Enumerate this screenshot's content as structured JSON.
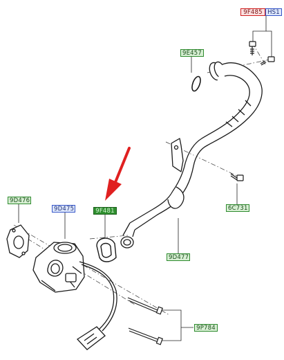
{
  "part_labels": {
    "l9F485": "9F485",
    "lHS1": "HS1",
    "l9E457": "9E457",
    "l6C731": "6C731",
    "l9D476": "9D476",
    "l9D475": "9D475",
    "l9F481": "9F481",
    "l9D477": "9D477",
    "l9P784": "9P784"
  },
  "colors": {
    "label_green": "#2d8a2d",
    "label_blue": "#3555c8",
    "label_red": "#d01f1f",
    "highlight_arrow": "#e02020",
    "line_art": "#1a1a1a"
  },
  "icons": {
    "pointer": "red-arrow-icon",
    "bolt": "bolt-icon",
    "gasket": "gasket-icon",
    "valve": "egr-valve-icon",
    "pipe": "egr-pipe-icon",
    "clamp": "clamp-icon",
    "connector": "connector-icon"
  }
}
